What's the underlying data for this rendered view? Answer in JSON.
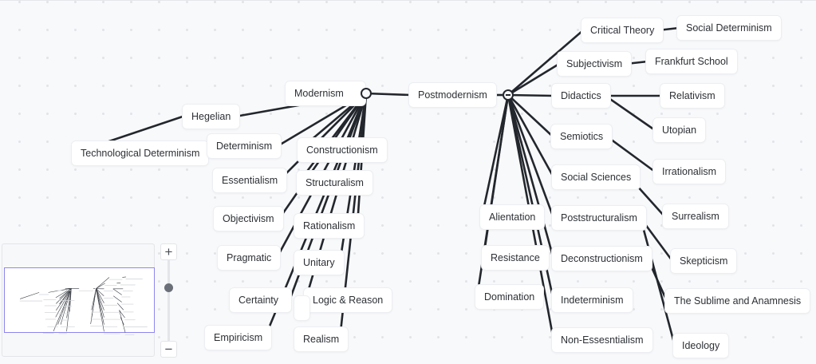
{
  "diagram": {
    "type": "mind-map",
    "edge_color": "#23272d",
    "nodes": {
      "modernism": "Modernism",
      "postmodernism": "Postmodernism",
      "hegelian": "Hegelian",
      "technological_determinism": "Technological Determinism",
      "determinism": "Determinism",
      "essentialism": "Essentialism",
      "objectivism": "Objectivism",
      "pragmatic": "Pragmatic",
      "certainty": "Certainty",
      "empiricism": "Empiricism",
      "constructionism": "Constructionism",
      "structuralism": "Structuralism",
      "rationalism": "Rationalism",
      "unitary": "Unitary",
      "logic_reason": "Logic & Reason",
      "realism": "Realism",
      "critical_theory": "Critical Theory",
      "social_determinism": "Social Determinism",
      "subjectivism": "Subjectivism",
      "frankfurt_school": "Frankfurt School",
      "didactics": "Didactics",
      "relativism": "Relativism",
      "utopian": "Utopian",
      "semiotics": "Semiotics",
      "irrationalism": "Irrationalism",
      "social_sciences": "Social Sciences",
      "surrealism": "Surrealism",
      "alientation": "Alientation",
      "poststructuralism": "Poststructuralism",
      "resistance": "Resistance",
      "deconstructionism": "Deconstructionism",
      "skepticism": "Skepticism",
      "domination": "Domination",
      "indeterminism": "Indeterminism",
      "sublime_anamnesis": "The Sublime and Anamnesis",
      "non_essentialism": "Non-Essesntialism",
      "ideology": "Ideology"
    },
    "toggles": {
      "modernism": "expanded",
      "postmodernism": "expanded"
    }
  },
  "controls": {
    "zoom_in_label": "+",
    "zoom_out_label": "−",
    "zoom_level_fraction": 0.66,
    "minimap_accent": "#8d86f0"
  }
}
